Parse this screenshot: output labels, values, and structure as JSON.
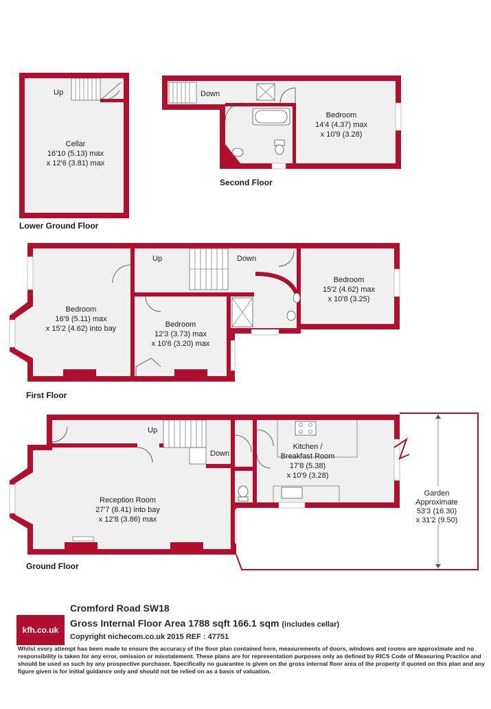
{
  "floors": {
    "lower_ground": {
      "title": "Lower Ground Floor",
      "stairs_label": "Up",
      "room": {
        "name": "Cellar",
        "size": "16'10 (5.13) max",
        "size2": "x 12'6 (3.81) max"
      }
    },
    "second": {
      "title": "Second Floor",
      "stairs_label": "Down",
      "room": {
        "name": "Bedroom",
        "size": "14'4 (4.37) max",
        "size2": "x 10'9 (3.28)"
      }
    },
    "first": {
      "title": "First Floor",
      "up_label": "Up",
      "down_label": "Down",
      "rooms": [
        {
          "name": "Bedroom",
          "size": "16'9 (5.11) max",
          "size2": "x 15'2 (4.62) into bay"
        },
        {
          "name": "Bedroom",
          "size": "12'3 (3.73) max",
          "size2": "x 10'6 (3.20) max"
        },
        {
          "name": "Bedroom",
          "size": "15'2 (4.62) max",
          "size2": "x 10'8 (3.25)"
        }
      ]
    },
    "ground": {
      "title": "Ground Floor",
      "up_label": "Up",
      "down_label": "Down",
      "rooms": [
        {
          "name": "Reception Room",
          "size": "27'7 (8.41) into bay",
          "size2": "x 12'8 (3.86) max"
        },
        {
          "name": "Kitchen /",
          "name2": "Breakfast Room",
          "size": "17'8 (5.38)",
          "size2": "x 10'9 (3.28)"
        }
      ],
      "garden": {
        "name": "Garden",
        "name2": "Approximate",
        "size": "53'3 (16.30)",
        "size2": "x 31'2 (9.50)"
      }
    }
  },
  "footer": {
    "logo": "kfh.co.uk",
    "address": "Cromford Road  SW18",
    "area": "Gross Internal Floor Area 1788 sqft 166.1 sqm",
    "area_note": "(includes cellar)",
    "copyright": "Copyright nichecom.co.uk 2015 REF : 47751",
    "disclaimer": "Whilst every attempt has been made to ensure the accuracy of the floor plan contained here, measurements of doors, windows and rooms are approximate and no responsibility is taken for any error, omission or misstatement.  These plans are for representation purposes only as defined by RICS Code of Measuring Practice and should be used as such by any prospective purchaser.  Specifically no guarantee is given on the gross internal floor area of the property if quoted on this plan and any figure given is for initial guidance only and should not be relied on as a basis of valuation."
  },
  "colors": {
    "wall": "#b0102e",
    "floor": "#f0f0f0"
  }
}
